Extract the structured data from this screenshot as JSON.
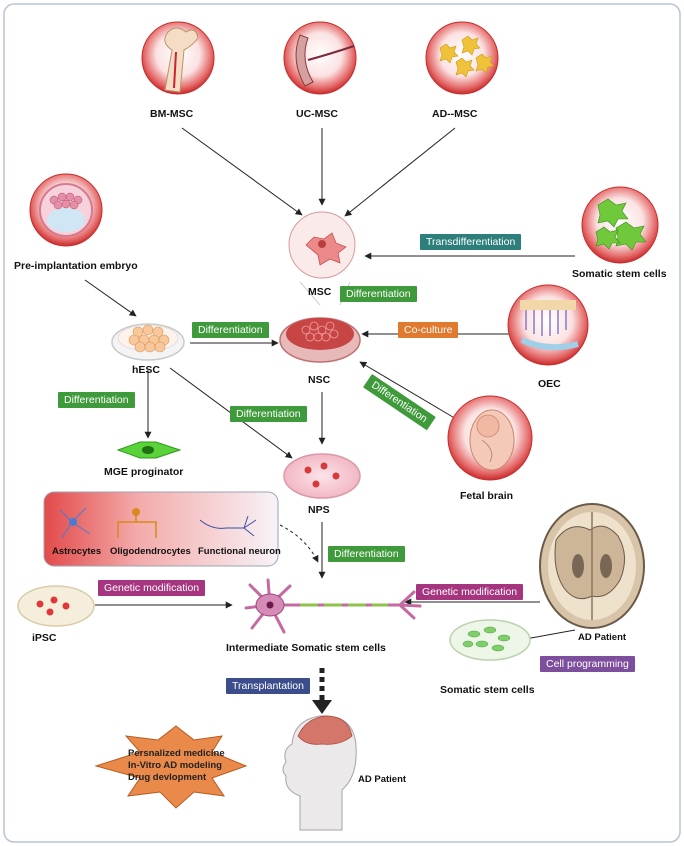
{
  "sources": {
    "bm_msc": "BM-MSC",
    "uc_msc": "UC-MSC",
    "ad_msc": "AD--MSC",
    "pre_implantation_embryo": "Pre-implantation embryo",
    "somatic_stem_cells_top": "Somatic stem cells",
    "oec": "OEC",
    "fetal_brain": "Fetal brain",
    "ad_patient_brain": "AD Patient"
  },
  "cells": {
    "msc": "MSC",
    "hesc": "hESC",
    "nsc": "NSC",
    "mge": "MGE proginator",
    "nps": "NPS",
    "ipsc": "iPSC",
    "intermediate": "Intermediate Somatic stem cells",
    "somatic_stem_cells_bottom": "Somatic stem cells",
    "ad_patient_final": "AD Patient"
  },
  "process_tags": {
    "transdifferentiation": "Transdifferentiation",
    "differentiation_msc": "Differentiation",
    "differentiation_hesc_nsc": "Differentiation",
    "coculture": "Co-culture",
    "differentiation_fetal": "Differentiation",
    "differentiation_hesc_mge": "Differentiation",
    "differentiation_hesc_nps": "Differentiation",
    "differentiation_nps": "Differentiation",
    "genetic_mod_left": "Genetic modification",
    "genetic_mod_right": "Genetic modification",
    "cell_programming": "Cell programming",
    "transplantation": "Transplantation"
  },
  "neuron_box": {
    "astrocytes": "Astrocytes",
    "oligodendrocytes": "Oligodendrocytes",
    "functional_neuron": "Functional neuron"
  },
  "applications": [
    "Persnalized medicine",
    "In-Vitro AD modeling",
    "Drug devlopment"
  ],
  "colors": {
    "frame_border": "#b9c4d4",
    "arrow": "#222222",
    "circle_red": "#d23a3a",
    "dish_pink": "#f2b8c4",
    "star_orange": "#e9894a"
  }
}
